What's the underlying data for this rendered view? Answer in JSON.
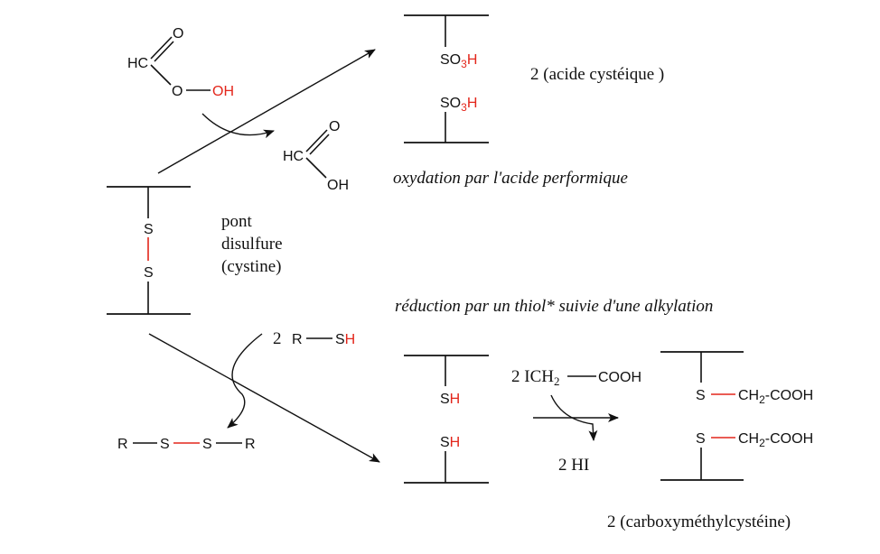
{
  "colors": {
    "highlight": "#e3261b",
    "ink": "#111111",
    "background": "#ffffff"
  },
  "atoms": {
    "hc": "HC",
    "o": "O",
    "oh": "OH",
    "s": "S",
    "h": "H",
    "r": "R",
    "so3h_so": "SO",
    "so3h_sub": "3",
    "so3h_h": "H",
    "ch2_prefix": "CH",
    "sub2": "2",
    "cooh_tail": "-COOH",
    "cooh": "COOH"
  },
  "reagents": {
    "thiol_coef": "2",
    "iodoacetic_coef": "2 ICH",
    "hi": "2 HI"
  },
  "labels": {
    "cysteic": "2 (acide cystéique )",
    "oxidation": "oxydation par l'acide performique",
    "bridge_line1": "pont",
    "bridge_line2": "disulfure",
    "bridge_line3": "(cystine)",
    "reduction": "réduction  par un thiol* suivie d'une alkylation",
    "carboxy": "2 (carboxyméthylcystéine)"
  }
}
